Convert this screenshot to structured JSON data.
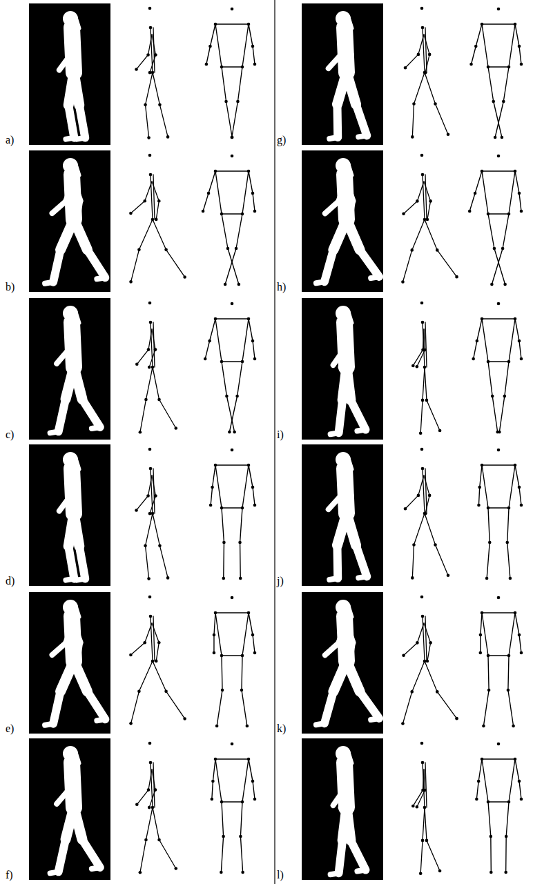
{
  "diagram": {
    "labels": [
      "a)",
      "b)",
      "c)",
      "d)",
      "e)",
      "f)",
      "g)",
      "h)",
      "i)",
      "j)",
      "k)",
      "l)"
    ]
  }
}
